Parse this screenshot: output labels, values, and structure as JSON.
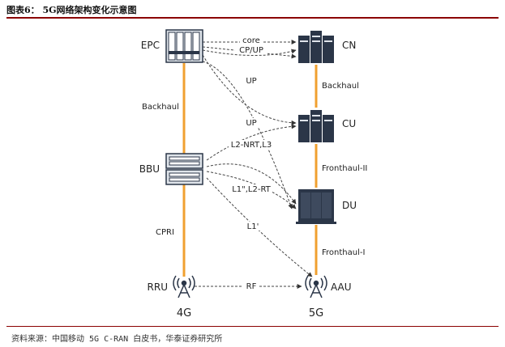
{
  "title": "图表6：  5G网络架构变化示意图",
  "source": "资料来源：中国移动 5G C-RAN 白皮书，华泰证券研究所",
  "diagram": {
    "left_nodes": {
      "epc": "EPC",
      "bbu": "BBU",
      "rru": "RRU"
    },
    "right_nodes": {
      "cn": "CN",
      "cu": "CU",
      "du": "DU",
      "aau": "AAU"
    },
    "left_links": {
      "backhaul": "Backhaul",
      "cpri": "CPRI"
    },
    "right_links": {
      "backhaul": "Backhaul",
      "fronthaul_2": "Fronthaul-II",
      "fronthaul_1": "Fronthaul-I"
    },
    "edges": {
      "core": "core",
      "cp_up": "CP/UP",
      "up_1": "UP",
      "up_2": "UP",
      "l2_nrt_l3": "L2-NRT,L3",
      "l1pp_l2_rt": "L1\",L2-RT",
      "l1p": "L1'",
      "rf": "RF"
    },
    "columns": {
      "left": "4G",
      "right": "5G"
    },
    "colors": {
      "link": "#f0a030",
      "device_dark": "#2b3648",
      "device_light": "#dfe4ea",
      "rule": "#8b0000"
    }
  }
}
